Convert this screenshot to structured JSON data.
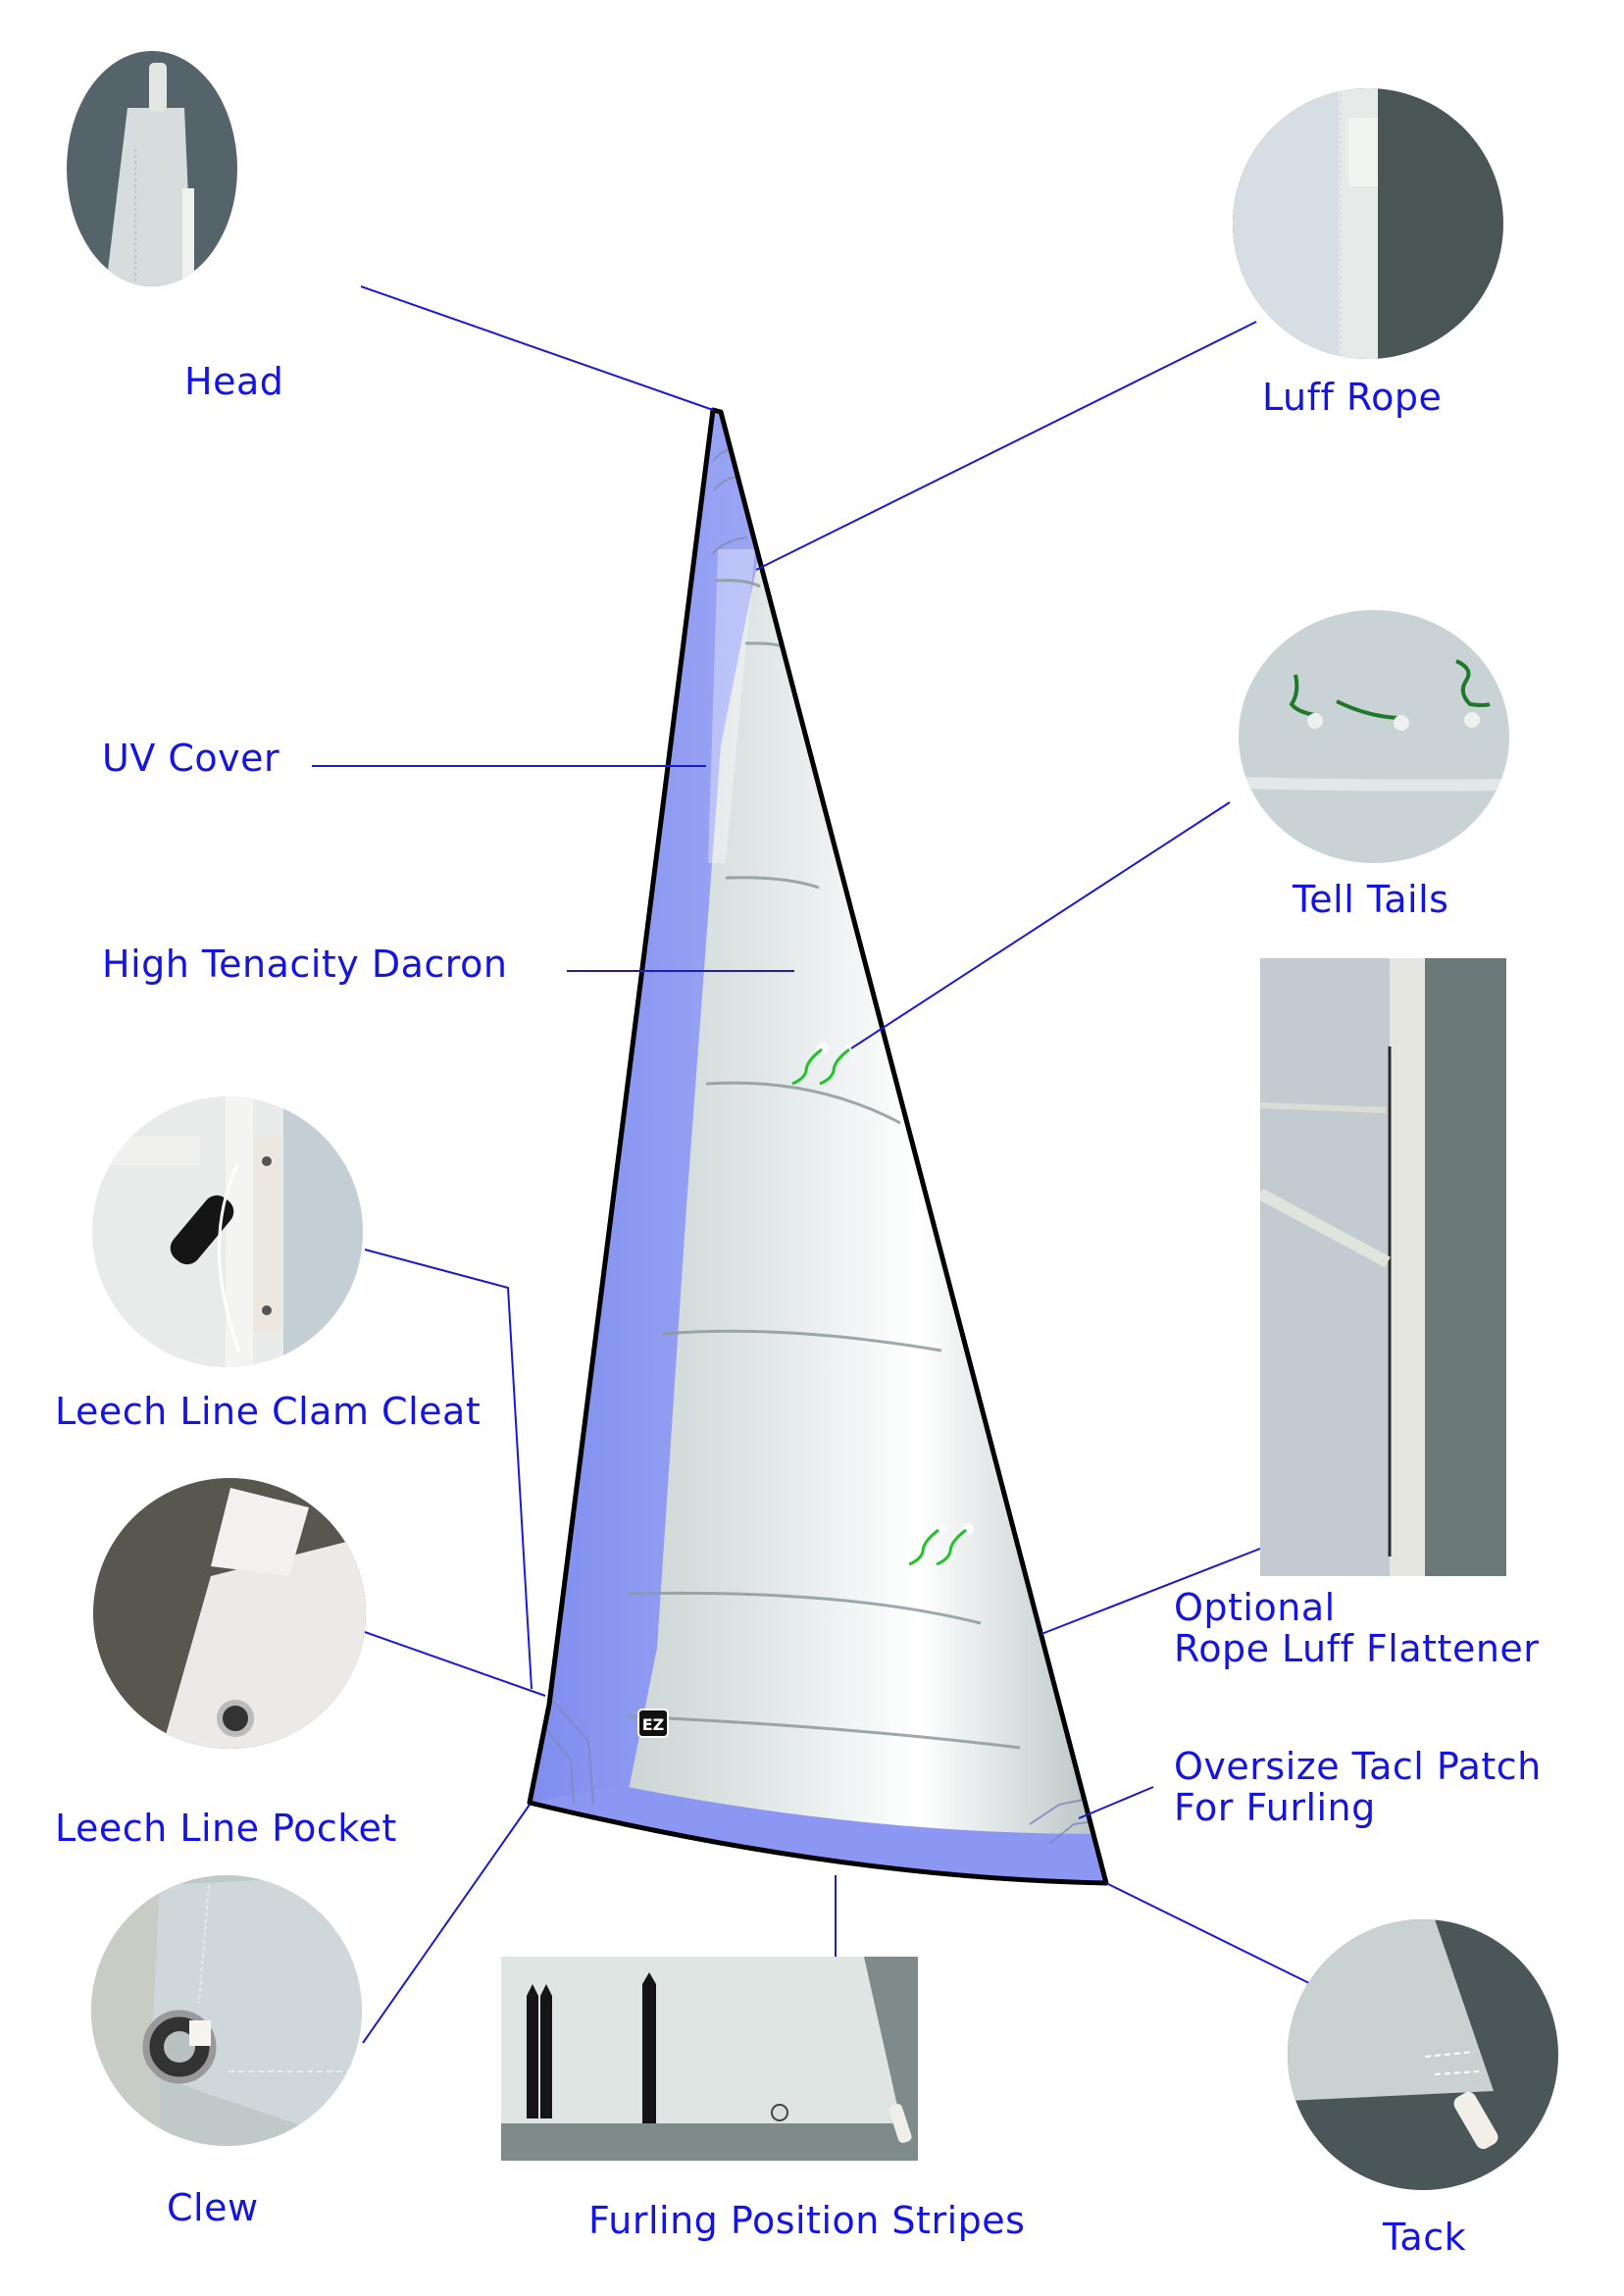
{
  "diagram": {
    "subject": "Furling headsail anatomy",
    "sail_logo": "EZ",
    "colors": {
      "label_text": "#1414e6",
      "leader_line": "#1a1ad8",
      "uv_cover": "#8a96f2",
      "sail_cloth": "#dde3e3",
      "outline": "#000000",
      "tell_tail": "#22c32a"
    }
  },
  "callouts": [
    {
      "id": "head",
      "label": "Head"
    },
    {
      "id": "luff-rope",
      "label": "Luff Rope"
    },
    {
      "id": "uv-cover",
      "label": "UV Cover"
    },
    {
      "id": "dacron",
      "label": "High Tenacity Dacron"
    },
    {
      "id": "tell-tails",
      "label": "Tell Tails"
    },
    {
      "id": "clam-cleat",
      "label": "Leech Line Clam Cleat"
    },
    {
      "id": "rope-luff-flattener",
      "label_line1": "Optional",
      "label_line2": "Rope Luff Flattener"
    },
    {
      "id": "leech-pocket",
      "label": "Leech Line Pocket"
    },
    {
      "id": "tack-patch",
      "label_line1": "Oversize Tacl Patch",
      "label_line2": "For Furling"
    },
    {
      "id": "clew",
      "label": "Clew"
    },
    {
      "id": "furling-stripes",
      "label": "Furling Position Stripes"
    },
    {
      "id": "tack",
      "label": "Tack"
    }
  ]
}
